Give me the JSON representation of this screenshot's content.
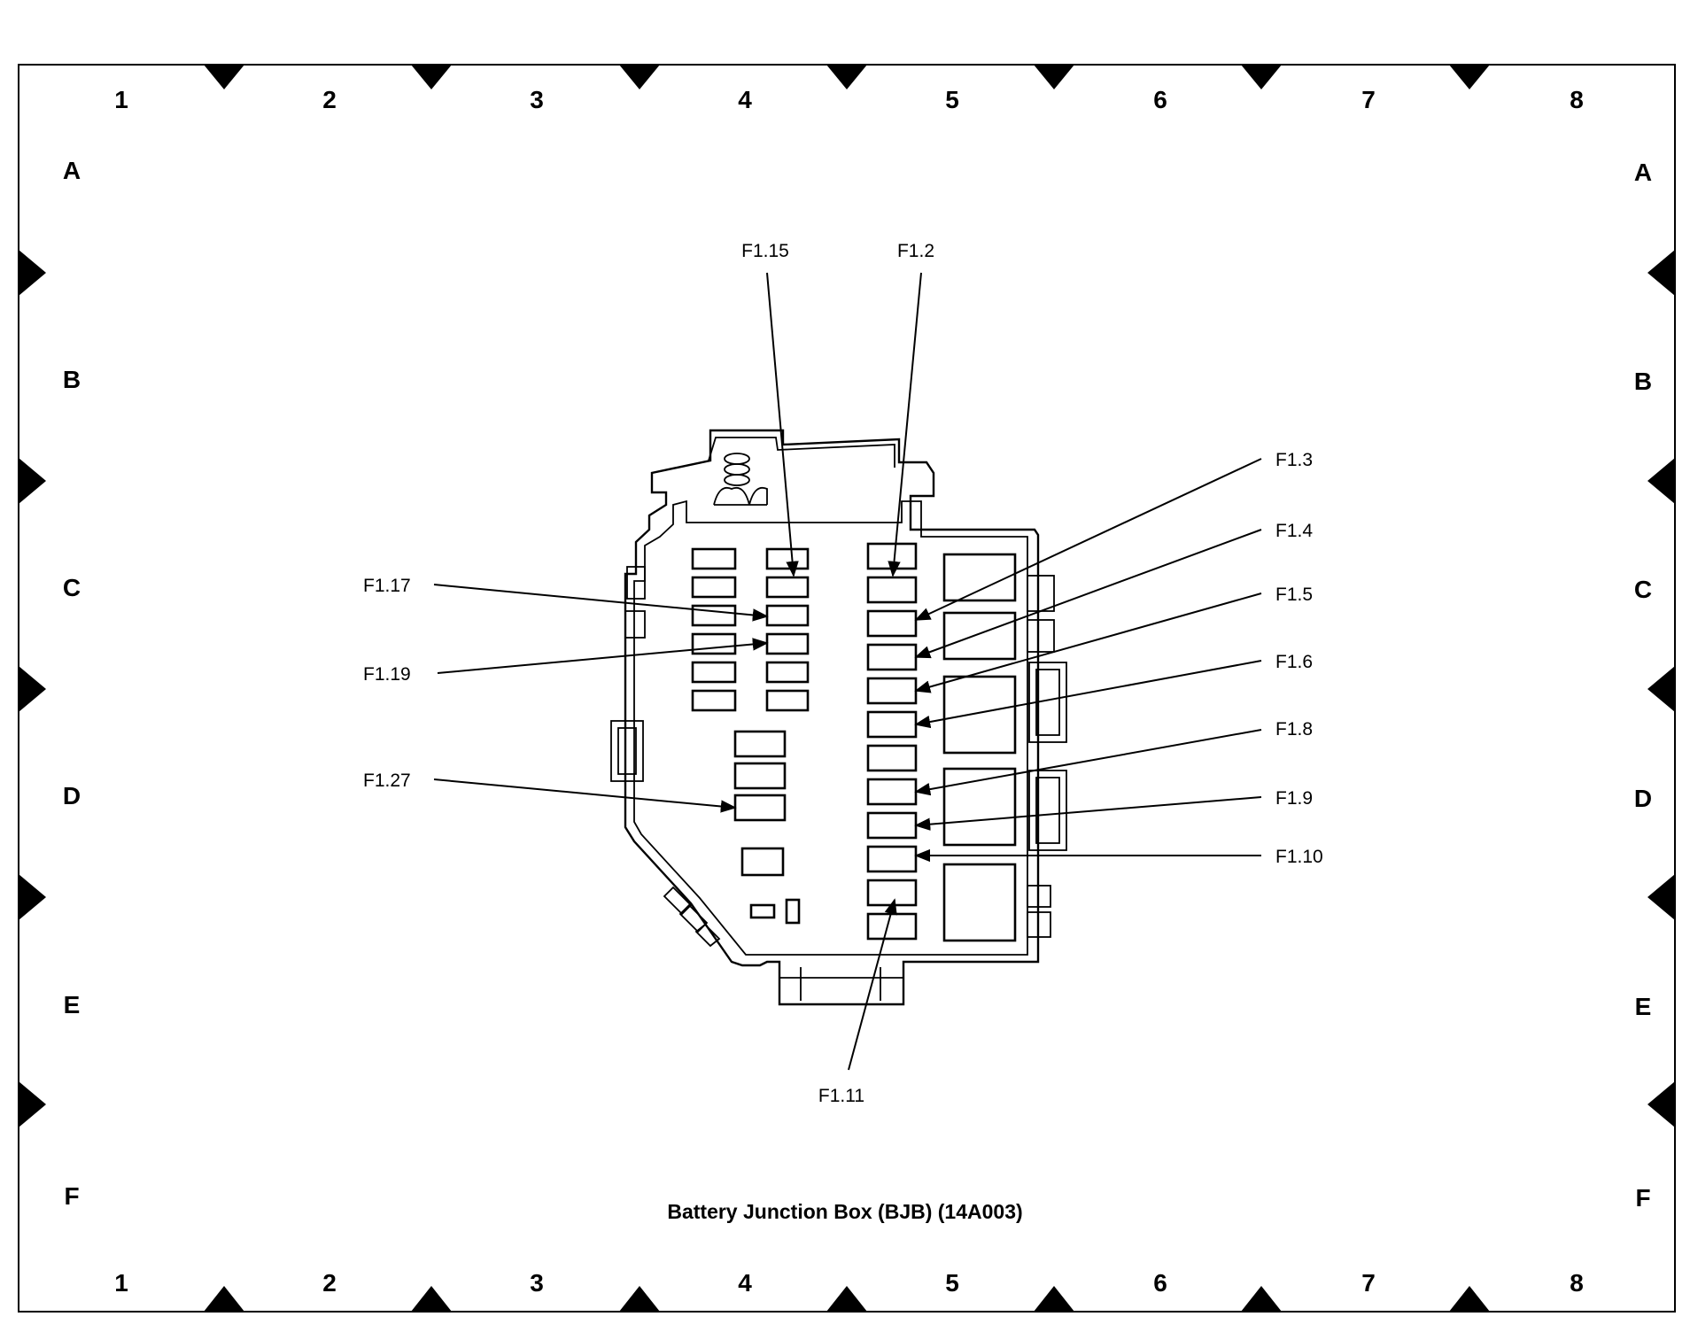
{
  "title": "Battery Junction Box (BJB) (14A003)",
  "grid": {
    "columns": [
      "1",
      "2",
      "3",
      "4",
      "5",
      "6",
      "7",
      "8"
    ],
    "rows": [
      "A",
      "B",
      "C",
      "D",
      "E",
      "F"
    ]
  },
  "fuses": {
    "f1_15": "F1.15",
    "f1_2": "F1.2",
    "f1_3": "F1.3",
    "f1_4": "F1.4",
    "f1_5": "F1.5",
    "f1_6": "F1.6",
    "f1_8": "F1.8",
    "f1_9": "F1.9",
    "f1_10": "F1.10",
    "f1_11": "F1.11",
    "f1_17": "F1.17",
    "f1_19": "F1.19",
    "f1_27": "F1.27"
  }
}
